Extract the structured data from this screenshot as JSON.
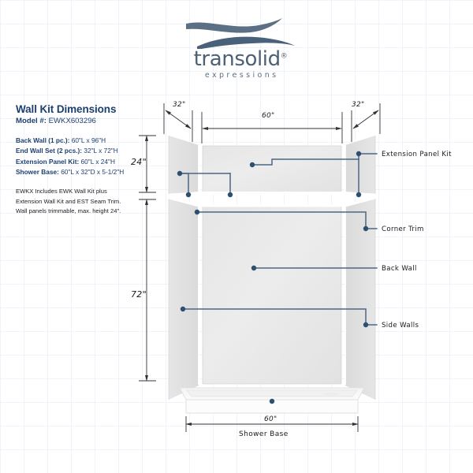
{
  "brand": {
    "name": "transolid",
    "registered": "®",
    "tagline": "expressions",
    "swoosh_color": "#5c7085"
  },
  "spec_panel": {
    "title": "Wall Kit Dimensions",
    "model_label": "Model #:",
    "model_value": "EWKX603296",
    "accent_color": "#1d3f70",
    "specs": [
      {
        "label": "Back Wall (1 pc.):",
        "value": "60\"L x 96\"H"
      },
      {
        "label": "End Wall Set (2 pcs.):",
        "value": "32\"L x 72\"H"
      },
      {
        "label": "Extension Panel Kit:",
        "value": "60\"L x 24\"H"
      },
      {
        "label": "Shower Base:",
        "value": "60\"L x 32\"D x 5-1/2\"H"
      }
    ],
    "notes": [
      "EWKX Includes EWK Wall Kit plus",
      "Extension Wall Kit and EST Seam Trim.",
      "Wall panels trimmable, max. height 24\"."
    ]
  },
  "dimensions": {
    "top_left": "32\"",
    "top_center": "60\"",
    "top_right": "32\"",
    "left_upper": "24\"",
    "left_lower": "72\"",
    "bottom": "60\"",
    "bottom_label": "Shower Base"
  },
  "callouts": [
    {
      "name": "extension-panel-kit",
      "label": "Extension Panel Kit"
    },
    {
      "name": "corner-trim",
      "label": "Corner Trim"
    },
    {
      "name": "back-wall",
      "label": "Back Wall"
    },
    {
      "name": "side-walls",
      "label": "Side Walls"
    }
  ],
  "colors": {
    "leader": "#4c6783",
    "dimension_line": "#333333",
    "panel_light": "#e9e9e9",
    "panel_mid": "#e3e3e3",
    "panel_dark": "#dcdcdc",
    "base_white": "#fafafa"
  }
}
